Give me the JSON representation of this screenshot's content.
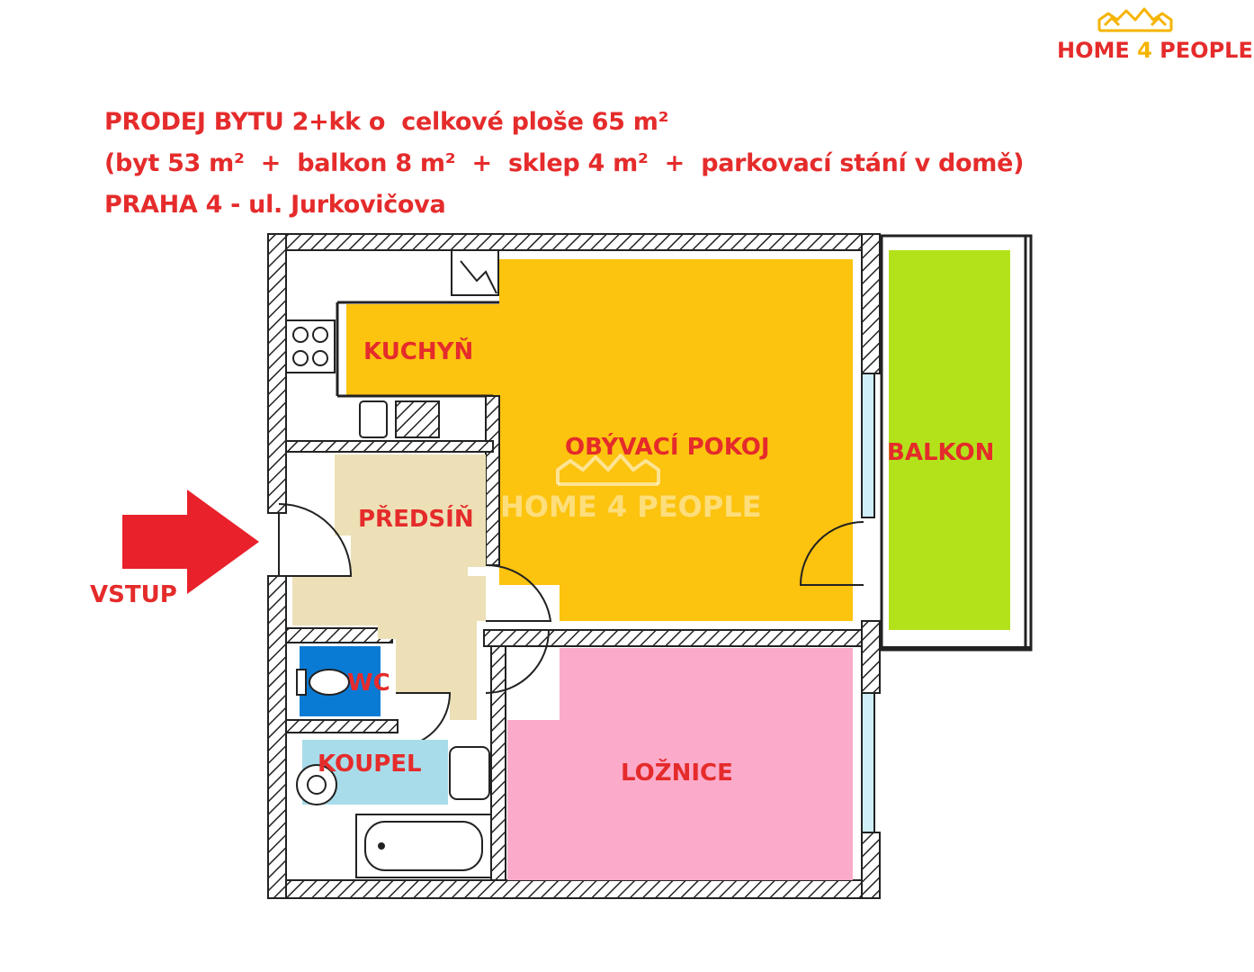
{
  "logo": {
    "part1": "HOME ",
    "part2": "4",
    "part3": " PEOPLE",
    "color_text": "#e52b2b",
    "color_accent": "#f5b400",
    "icon": "houses-crown-icon"
  },
  "title": {
    "line1": "PRODEJ BYTU 2+kk o  celkové ploše 65 m²",
    "line2": "(byt 53 m²  +  balkon 8 m²  +  sklep 4 m²  +  parkovací stání v domě)",
    "line3": "PRAHA 4 - ul. Jurkovičova"
  },
  "entry": {
    "label": "VSTUP",
    "icon": "right-arrow-icon",
    "color": "#e8212a"
  },
  "rooms": {
    "kitchen": "KUCHYŇ",
    "living": "OBÝVACÍ POKOJ",
    "balcony": "BALKON",
    "hallway": "PŘEDSÍŇ",
    "wc": "WC",
    "bathroom": "KOUPEL",
    "bedroom": "LOŽNICE"
  },
  "colors": {
    "kitchen_living": "#fcc30f",
    "balcony": "#b3e21b",
    "hallway": "#ede0b6",
    "wc": "#0a7bd4",
    "bathroom": "#a9dcea",
    "bedroom": "#fbabc9",
    "wall": "#222222"
  },
  "watermark": {
    "text": "HOME 4 PEOPLE"
  }
}
